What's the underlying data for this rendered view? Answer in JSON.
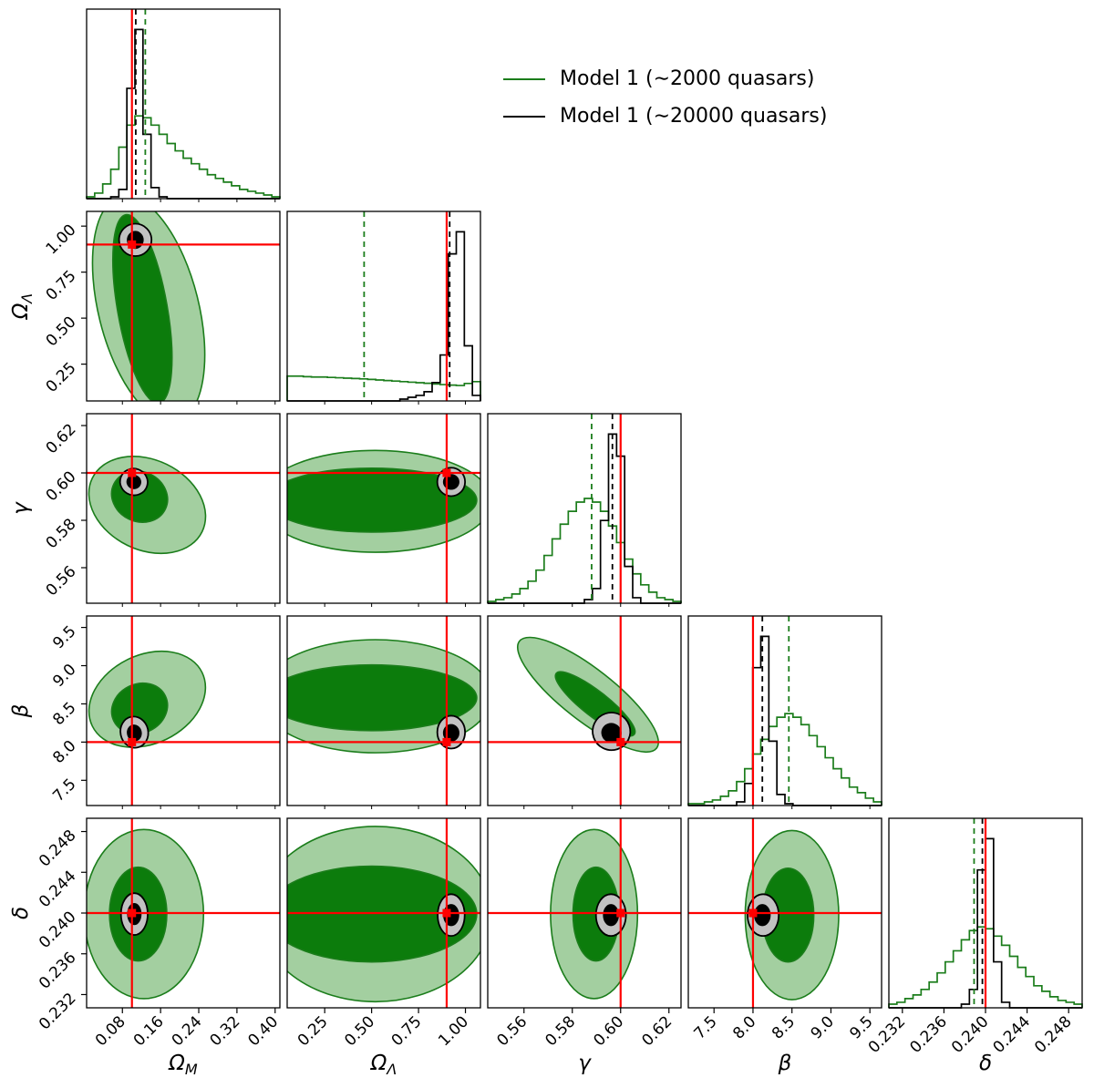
{
  "colors": {
    "green_edge": "#1b7d1b",
    "green_fill_dark": "#0c7c0c",
    "green_fill_light": "#a3cfa0",
    "gray_fill": "#c2c2c2",
    "black": "#000000",
    "red": "#ff0000",
    "background": "#ffffff"
  },
  "legend": {
    "entries": [
      {
        "label": "Model 1 (∼2000 quasars)",
        "color": "#1b7d1b"
      },
      {
        "label": "Model 1 (∼20000 quasars)",
        "color": "#000000"
      }
    ]
  },
  "chart_data": {
    "type": "corner_plot",
    "description": "Corner plot of posterior constraints on (Omega_M, Omega_Lambda, gamma, beta, delta) with 1-sigma and 2-sigma contours for two simulated quasar samples; red lines mark the true values.",
    "parameters": [
      {
        "id": "omega_m",
        "symbol": "Ω",
        "subscript": "M",
        "range": [
          0.005,
          0.41
        ],
        "ticks": [
          0.08,
          0.16,
          0.24,
          0.32,
          0.4
        ],
        "tick_labels": [
          "0.08",
          "0.16",
          "0.24",
          "0.32",
          "0.40"
        ],
        "truth": 0.1
      },
      {
        "id": "omega_lambda",
        "symbol": "Ω",
        "subscript": "Λ",
        "range": [
          0.05,
          1.08
        ],
        "ticks": [
          0.25,
          0.5,
          0.75,
          1.0
        ],
        "tick_labels": [
          "0.25",
          "0.50",
          "0.75",
          "1.00"
        ],
        "truth": 0.9
      },
      {
        "id": "gamma",
        "symbol": "γ",
        "subscript": "",
        "range": [
          0.545,
          0.625
        ],
        "ticks": [
          0.56,
          0.58,
          0.6,
          0.62
        ],
        "tick_labels": [
          "0.56",
          "0.58",
          "0.60",
          "0.62"
        ],
        "truth": 0.6
      },
      {
        "id": "beta",
        "symbol": "β",
        "subscript": "",
        "range": [
          7.17,
          9.65
        ],
        "ticks": [
          7.5,
          8.0,
          8.5,
          9.0,
          9.5
        ],
        "tick_labels": [
          "7.5",
          "8.0",
          "8.5",
          "9.0",
          "9.5"
        ],
        "truth": 8.0
      },
      {
        "id": "delta",
        "symbol": "δ",
        "subscript": "",
        "range": [
          0.2307,
          0.2493
        ],
        "ticks": [
          0.232,
          0.236,
          0.24,
          0.244,
          0.248
        ],
        "tick_labels": [
          "0.232",
          "0.236",
          "0.240",
          "0.244",
          "0.248"
        ],
        "truth": 0.24
      }
    ],
    "models": [
      {
        "name": "Model 1 (∼2000 quasars)",
        "color": "#1b7d1b",
        "medians": {
          "omega_m": 0.128,
          "omega_lambda": 0.46,
          "gamma": 0.588,
          "beta": 8.46,
          "delta": 0.2389
        }
      },
      {
        "name": "Model 1 (∼20000 quasars)",
        "color": "#000000",
        "medians": {
          "omega_m": 0.108,
          "omega_lambda": 0.916,
          "gamma": 0.5966,
          "beta": 8.12,
          "delta": 0.2397
        }
      }
    ],
    "histograms": {
      "omega_m": {
        "green": {
          "bins": [
            0.01,
            0.03,
            0.08,
            0.16,
            0.28,
            0.4,
            0.45,
            0.44,
            0.4,
            0.35,
            0.3,
            0.26,
            0.22,
            0.19,
            0.16,
            0.13,
            0.11,
            0.09,
            0.07,
            0.05,
            0.04,
            0.03,
            0.02,
            0.01
          ],
          "median": 0.128
        },
        "black": {
          "bins": [
            0,
            0,
            0,
            0.01,
            0.05,
            0.6,
            0.92,
            0.35,
            0.06,
            0.01,
            0,
            0,
            0,
            0,
            0,
            0,
            0,
            0,
            0,
            0,
            0,
            0,
            0,
            0
          ],
          "median": 0.108
        }
      },
      "omega_lambda": {
        "green": {
          "bins": [
            0.135,
            0.135,
            0.132,
            0.13,
            0.13,
            0.128,
            0.126,
            0.124,
            0.122,
            0.12,
            0.117,
            0.114,
            0.111,
            0.108,
            0.105,
            0.102,
            0.099,
            0.096,
            0.092,
            0.089,
            0.086,
            0.084,
            0.095,
            0.105
          ],
          "median": 0.46
        },
        "black": {
          "bins": [
            0,
            0,
            0,
            0,
            0,
            0,
            0,
            0,
            0,
            0,
            0,
            0,
            0,
            0,
            0.01,
            0.02,
            0.03,
            0.05,
            0.1,
            0.25,
            0.8,
            0.92,
            0.3,
            0.03
          ],
          "median": 0.916
        }
      },
      "gamma": {
        "green": {
          "bins": [
            0.01,
            0.02,
            0.03,
            0.05,
            0.08,
            0.12,
            0.18,
            0.26,
            0.35,
            0.43,
            0.5,
            0.55,
            0.57,
            0.55,
            0.5,
            0.42,
            0.33,
            0.24,
            0.16,
            0.1,
            0.06,
            0.03,
            0.02,
            0.01
          ],
          "median": 0.588
        },
        "black": {
          "bins": [
            0,
            0,
            0,
            0,
            0,
            0,
            0,
            0,
            0,
            0,
            0,
            0,
            0.02,
            0.08,
            0.45,
            0.92,
            0.8,
            0.2,
            0.03,
            0,
            0,
            0,
            0,
            0
          ],
          "median": 0.5966
        }
      },
      "beta": {
        "green": {
          "bins": [
            0.01,
            0.01,
            0.02,
            0.03,
            0.05,
            0.08,
            0.13,
            0.2,
            0.28,
            0.36,
            0.43,
            0.48,
            0.5,
            0.48,
            0.44,
            0.38,
            0.32,
            0.26,
            0.2,
            0.15,
            0.1,
            0.07,
            0.04,
            0.02
          ],
          "median": 8.46
        },
        "black": {
          "bins": [
            0,
            0,
            0,
            0,
            0,
            0,
            0.02,
            0.12,
            0.75,
            0.92,
            0.35,
            0.06,
            0.01,
            0,
            0,
            0,
            0,
            0,
            0,
            0,
            0,
            0,
            0,
            0
          ],
          "median": 8.12
        }
      },
      "delta": {
        "green": {
          "bins": [
            0.02,
            0.03,
            0.05,
            0.07,
            0.1,
            0.14,
            0.19,
            0.25,
            0.31,
            0.37,
            0.42,
            0.44,
            0.43,
            0.39,
            0.34,
            0.28,
            0.22,
            0.17,
            0.12,
            0.09,
            0.06,
            0.04,
            0.03,
            0.02
          ],
          "median": 0.2389
        },
        "black": {
          "bins": [
            0,
            0,
            0,
            0,
            0,
            0,
            0,
            0,
            0,
            0.02,
            0.1,
            0.75,
            0.92,
            0.25,
            0.03,
            0,
            0,
            0,
            0,
            0,
            0,
            0,
            0,
            0
          ],
          "median": 0.2397
        }
      }
    },
    "panels": [
      {
        "row": 1,
        "col": 0,
        "green2": {
          "cx": 0.135,
          "cy": 0.55,
          "rx": 0.105,
          "ry": 0.63,
          "a": -14
        },
        "green1": {
          "cx": 0.122,
          "cy": 0.55,
          "rx": 0.052,
          "ry": 0.52,
          "a": -10
        },
        "gray": {
          "cx": 0.107,
          "cy": 0.925,
          "rx": 0.034,
          "ry": 0.088,
          "a": 0
        },
        "black": {
          "cx": 0.107,
          "cy": 0.925,
          "rx": 0.0165,
          "ry": 0.046,
          "a": 0
        }
      },
      {
        "row": 2,
        "col": 0,
        "green2": {
          "cx": 0.132,
          "cy": 0.5865,
          "rx": 0.128,
          "ry": 0.019,
          "a": 26
        },
        "green1": {
          "cx": 0.116,
          "cy": 0.59,
          "rx": 0.06,
          "ry": 0.0105,
          "a": 26
        },
        "gray": {
          "cx": 0.104,
          "cy": 0.5962,
          "rx": 0.029,
          "ry": 0.0056,
          "a": 20
        },
        "black": {
          "cx": 0.104,
          "cy": 0.5962,
          "rx": 0.0145,
          "ry": 0.0028,
          "a": 20
        }
      },
      {
        "row": 3,
        "col": 0,
        "green2": {
          "cx": 0.132,
          "cy": 8.56,
          "rx": 0.128,
          "ry": 0.58,
          "a": -26
        },
        "green1": {
          "cx": 0.116,
          "cy": 8.44,
          "rx": 0.06,
          "ry": 0.32,
          "a": -26
        },
        "gray": {
          "cx": 0.105,
          "cy": 8.13,
          "rx": 0.029,
          "ry": 0.205,
          "a": -12
        },
        "black": {
          "cx": 0.105,
          "cy": 8.12,
          "rx": 0.0145,
          "ry": 0.103,
          "a": -12
        }
      },
      {
        "row": 4,
        "col": 0,
        "green2": {
          "cx": 0.125,
          "cy": 0.2399,
          "rx": 0.125,
          "ry": 0.0083,
          "a": 0
        },
        "green1": {
          "cx": 0.113,
          "cy": 0.2399,
          "rx": 0.06,
          "ry": 0.0046,
          "a": 0
        },
        "gray": {
          "cx": 0.105,
          "cy": 0.2399,
          "rx": 0.028,
          "ry": 0.00205,
          "a": 0
        },
        "black": {
          "cx": 0.105,
          "cy": 0.2399,
          "rx": 0.014,
          "ry": 0.00103,
          "a": 0
        }
      },
      {
        "row": 2,
        "col": 1,
        "green2": {
          "cx": 0.52,
          "cy": 0.588,
          "rx": 0.62,
          "ry": 0.0215,
          "a": 0
        },
        "green1": {
          "cx": 0.5,
          "cy": 0.5885,
          "rx": 0.56,
          "ry": 0.0135,
          "a": 0
        },
        "gray": {
          "cx": 0.924,
          "cy": 0.5962,
          "rx": 0.074,
          "ry": 0.006,
          "a": 0
        },
        "black": {
          "cx": 0.924,
          "cy": 0.5962,
          "rx": 0.041,
          "ry": 0.0031,
          "a": 0
        }
      },
      {
        "row": 3,
        "col": 1,
        "green2": {
          "cx": 0.52,
          "cy": 8.6,
          "rx": 0.62,
          "ry": 0.74,
          "a": 0
        },
        "green1": {
          "cx": 0.5,
          "cy": 8.58,
          "rx": 0.56,
          "ry": 0.43,
          "a": 0
        },
        "gray": {
          "cx": 0.924,
          "cy": 8.13,
          "rx": 0.074,
          "ry": 0.215,
          "a": 0
        },
        "black": {
          "cx": 0.924,
          "cy": 8.12,
          "rx": 0.041,
          "ry": 0.108,
          "a": 0
        }
      },
      {
        "row": 4,
        "col": 1,
        "green2": {
          "cx": 0.52,
          "cy": 0.2399,
          "rx": 0.62,
          "ry": 0.0086,
          "a": 0
        },
        "green1": {
          "cx": 0.5,
          "cy": 0.2399,
          "rx": 0.56,
          "ry": 0.0047,
          "a": 0
        },
        "gray": {
          "cx": 0.924,
          "cy": 0.2398,
          "rx": 0.072,
          "ry": 0.00205,
          "a": 0
        },
        "black": {
          "cx": 0.924,
          "cy": 0.2398,
          "rx": 0.04,
          "ry": 0.00103,
          "a": 0
        }
      },
      {
        "row": 3,
        "col": 2,
        "green2": {
          "cx": 0.5865,
          "cy": 8.62,
          "rx": 0.036,
          "ry": 0.34,
          "a": 38
        },
        "green1": {
          "cx": 0.5895,
          "cy": 8.5,
          "rx": 0.0205,
          "ry": 0.165,
          "a": 38
        },
        "gray": {
          "cx": 0.5962,
          "cy": 8.14,
          "rx": 0.0078,
          "ry": 0.245,
          "a": 26
        },
        "black": {
          "cx": 0.5962,
          "cy": 8.12,
          "rx": 0.004,
          "ry": 0.122,
          "a": 26
        }
      },
      {
        "row": 4,
        "col": 2,
        "green2": {
          "cx": 0.589,
          "cy": 0.2399,
          "rx": 0.018,
          "ry": 0.0083,
          "a": 0
        },
        "green1": {
          "cx": 0.5898,
          "cy": 0.2399,
          "rx": 0.0095,
          "ry": 0.0046,
          "a": 0
        },
        "gray": {
          "cx": 0.596,
          "cy": 0.2398,
          "rx": 0.0062,
          "ry": 0.00205,
          "a": 0
        },
        "black": {
          "cx": 0.596,
          "cy": 0.2398,
          "rx": 0.0031,
          "ry": 0.00103,
          "a": 0
        }
      },
      {
        "row": 4,
        "col": 3,
        "green2": {
          "cx": 8.5,
          "cy": 0.2398,
          "rx": 0.6,
          "ry": 0.0083,
          "a": 0
        },
        "green1": {
          "cx": 8.45,
          "cy": 0.2398,
          "rx": 0.33,
          "ry": 0.0046,
          "a": 0
        },
        "gray": {
          "cx": 8.13,
          "cy": 0.2398,
          "rx": 0.2,
          "ry": 0.00205,
          "a": 0
        },
        "black": {
          "cx": 8.12,
          "cy": 0.2398,
          "rx": 0.1,
          "ry": 0.00103,
          "a": 0
        }
      }
    ],
    "layout_hints": {
      "grid": "5x5 lower triangle",
      "diagonal": "1D histograms",
      "legend_position": "top-right",
      "contour_levels": [
        "1sigma",
        "2sigma"
      ]
    }
  }
}
